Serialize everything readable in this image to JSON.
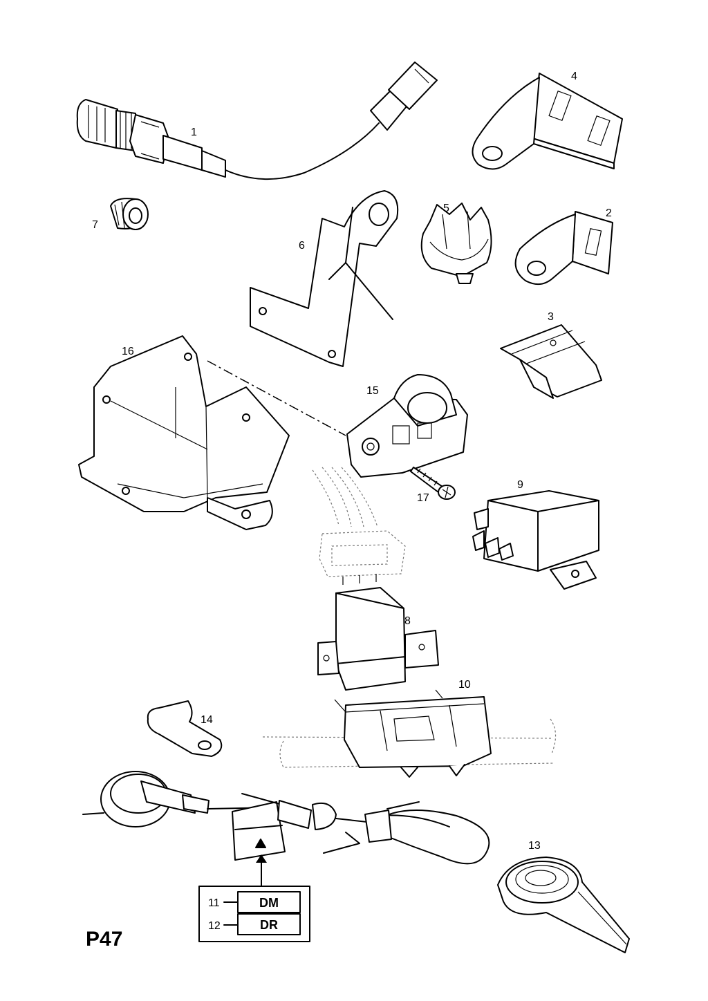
{
  "page_code": "P47",
  "part_labels": {
    "p1": "1",
    "p2": "2",
    "p3": "3",
    "p4": "4",
    "p5": "5",
    "p6": "6",
    "p7": "7",
    "p8": "8",
    "p9": "9",
    "p10": "10",
    "p13": "13",
    "p14": "14",
    "p15": "15",
    "p16": "16",
    "p17": "17"
  },
  "variant_box": {
    "rows": [
      {
        "index": "11",
        "code": "DM"
      },
      {
        "index": "12",
        "code": "DR"
      }
    ]
  }
}
